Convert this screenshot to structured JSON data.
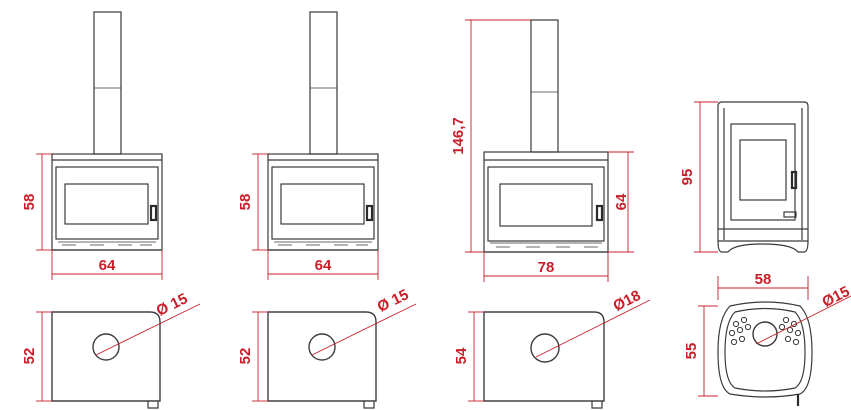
{
  "colors": {
    "dimension": "#c8202a",
    "outline": "#3a3a3a"
  },
  "stoves": [
    {
      "front_height": "58",
      "front_width": "64",
      "top_depth": "52",
      "flue_diameter": "Ø 15"
    },
    {
      "front_height": "58",
      "front_width": "64",
      "top_depth": "52",
      "flue_diameter": "Ø 15"
    },
    {
      "total_height": "146,7",
      "front_height": "64",
      "front_width": "78",
      "top_depth": "54",
      "flue_diameter": "Ø18"
    },
    {
      "front_height": "95",
      "top_width": "58",
      "top_depth": "55",
      "flue_diameter": "Ø15"
    }
  ]
}
